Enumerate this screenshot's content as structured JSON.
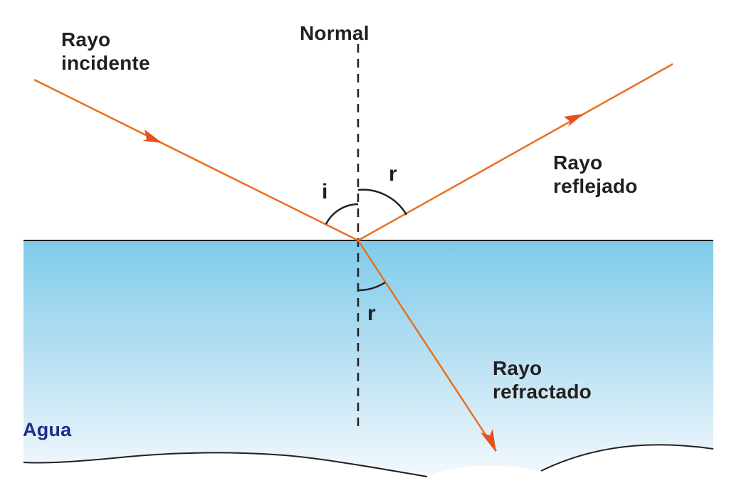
{
  "labels": {
    "normal": "Normal",
    "incident": [
      "Rayo",
      "incidente"
    ],
    "reflected": [
      "Rayo",
      "reflejado"
    ],
    "refracted": [
      "Rayo",
      "refractado"
    ],
    "medium": "Agua",
    "angle_incidence": "i",
    "angle_reflection": "r",
    "angle_refraction": "r"
  },
  "colors": {
    "ray": "#e8701e",
    "arrowhead": "#e8501e",
    "water_top": "#7ecbea",
    "water_bottom": "#f4f9fd",
    "medium_label": "#1c2f8c",
    "line": "#231f20"
  }
}
